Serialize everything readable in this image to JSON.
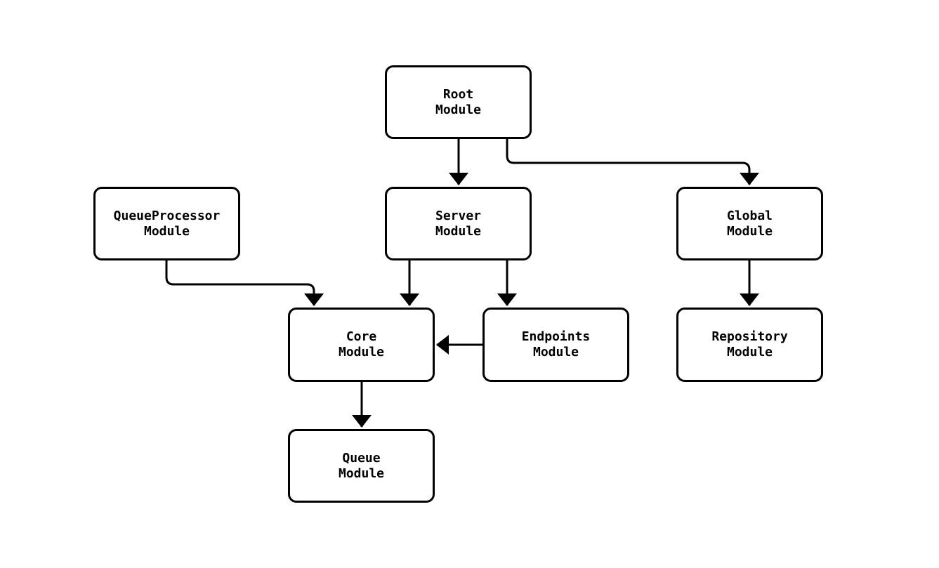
{
  "diagram": {
    "type": "flowchart",
    "direction": "top-down",
    "background_color": "#ffffff",
    "node_fill_color": "#ffffff",
    "node_border_color": "#000000",
    "edge_color": "#000000",
    "text_color": "#000000",
    "nodes": [
      {
        "id": "root",
        "line1": "Root",
        "line2": "Module"
      },
      {
        "id": "server",
        "line1": "Server",
        "line2": "Module"
      },
      {
        "id": "global",
        "line1": "Global",
        "line2": "Module"
      },
      {
        "id": "queueprocessor",
        "line1": "QueueProcessor",
        "line2": "Module"
      },
      {
        "id": "core",
        "line1": "Core",
        "line2": "Module"
      },
      {
        "id": "endpoints",
        "line1": "Endpoints",
        "line2": "Module"
      },
      {
        "id": "repository",
        "line1": "Repository",
        "line2": "Module"
      },
      {
        "id": "queue",
        "line1": "Queue",
        "line2": "Module"
      }
    ],
    "edges": [
      {
        "from": "Root Module",
        "to": "Server Module"
      },
      {
        "from": "Root Module",
        "to": "Global Module"
      },
      {
        "from": "QueueProcessor Module",
        "to": "Core Module"
      },
      {
        "from": "Server Module",
        "to": "Core Module"
      },
      {
        "from": "Server Module",
        "to": "Endpoints Module"
      },
      {
        "from": "Endpoints Module",
        "to": "Core Module"
      },
      {
        "from": "Global Module",
        "to": "Repository Module"
      },
      {
        "from": "Core Module",
        "to": "Queue Module"
      }
    ]
  }
}
